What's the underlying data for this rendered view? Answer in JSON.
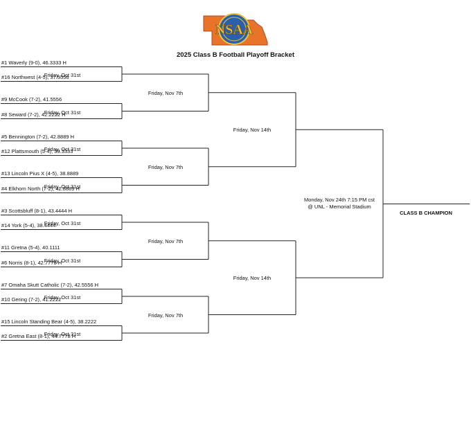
{
  "logo": {
    "text": "NSAA",
    "map_color": "#e8742a",
    "seal_color": "#2a5fae",
    "letter_color": "#e8c43a"
  },
  "title": "2025 Class B Football Playoff Bracket",
  "round1_teams": [
    "#1 Waverly (9-0), 46.3333 H",
    "#16 Northwest (4-5), 37.5556",
    "#9 McCook (7-2), 41.5556",
    "#8 Seward (7-2), 42.2222 H",
    "#5 Bennington (7-2), 42.8889 H",
    "#12 Plattsmouth (5-4), 39.3333",
    "#13 Lincoln Pius X (4-5), 38.8889",
    "#4 Elkhorn North (7-2), 42.8889 H",
    "#3 Scottsbluff (8-1), 43.4444 H",
    "#14 York (5-4), 38.4444",
    "#11 Gretna (5-4), 40.1111",
    "#6 Norris (8-1), 42.7778 H",
    "#7 Omaha Skutt Catholic (7-2), 42.5556 H",
    "#10 Gering (7-2), 41.2222",
    "#15 Lincoln Standing Bear (4-5), 38.2222",
    "#2 Gretna East (8-1), 44.7778 H"
  ],
  "round1_date": "Friday, Oct 31st",
  "round2_date": "Friday, Nov 7th",
  "round3_date": "Friday, Nov 14th",
  "final": {
    "line1": "Monday, Nov 24th 7:15 PM cst",
    "line2": "@ UNL - Memorial Stadium"
  },
  "champion_label": "CLASS B CHAMPION",
  "colors": {
    "line": "#222222",
    "text": "#111111"
  }
}
